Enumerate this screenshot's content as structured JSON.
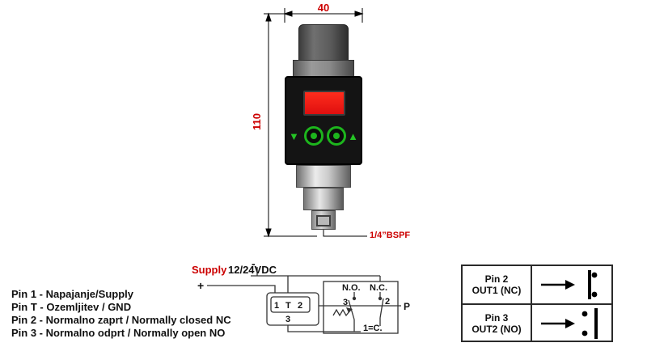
{
  "device": {
    "width_dim": "40",
    "height_dim": "110",
    "thread_label": "1/4”BSPF"
  },
  "icons": {
    "down": "▼",
    "up": "▲"
  },
  "legend": {
    "lines": [
      "Pin 1 - Napajanje/Supply",
      "Pin T - Ozemljitev / GND",
      "Pin 2 - Normalno zaprt / Normally closed NC",
      "Pin 3 - Normalno odprt / Normally open NO"
    ]
  },
  "wiring": {
    "supply": "Supply",
    "voltage": "12/24VDC",
    "minus": "-",
    "plus": "+",
    "no": "N.O.",
    "nc": "N.C.",
    "pin1": "1",
    "pinT": "T",
    "pin2": "2",
    "pin3": "3",
    "contact3": "3",
    "contact2": "2",
    "pressure": "P",
    "common": "1=C."
  },
  "outputs_table": {
    "rows": [
      {
        "pin": "Pin 2",
        "out": "OUT1 (NC)"
      },
      {
        "pin": "Pin 3",
        "out": "OUT2 (NO)"
      }
    ]
  },
  "colors": {
    "dim_red": "#cc0000",
    "display_red": "#e81414",
    "button_green": "#1db51d"
  }
}
